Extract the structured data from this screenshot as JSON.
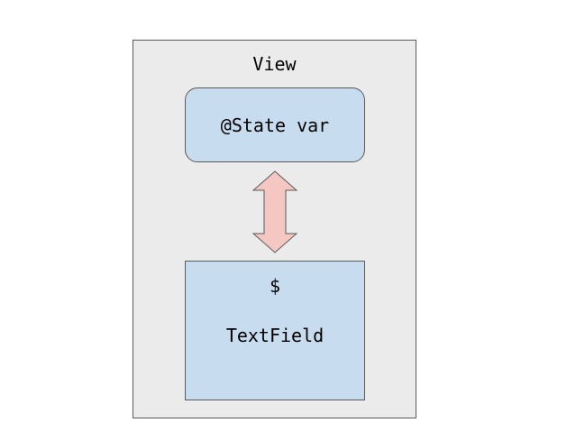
{
  "view": {
    "title": "View"
  },
  "state_var": {
    "label": "@State var"
  },
  "binding_arrow": {
    "icon": "double-headed-vertical-arrow-icon",
    "fill_color": "#f4c7c3",
    "stroke_color": "#595959"
  },
  "text_field": {
    "binding_symbol": "$",
    "label": "TextField"
  },
  "colors": {
    "view_background": "#ebebeb",
    "box_fill": "#c8dcef",
    "border": "#595959"
  }
}
